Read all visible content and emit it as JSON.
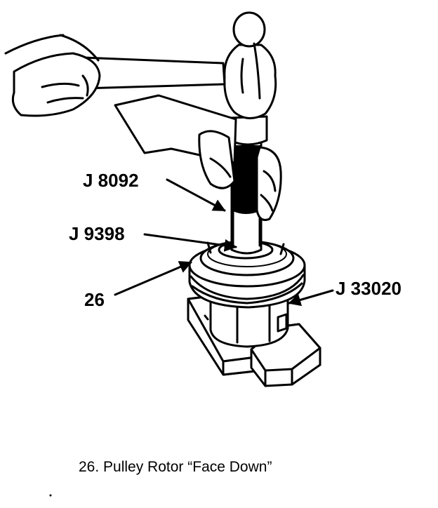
{
  "labels": {
    "hammer_tool": "J 8092",
    "installer": "J 9398",
    "rotor_ref": "26",
    "support": "J 33020"
  },
  "caption": "26.  Pulley Rotor “Face Down”"
}
